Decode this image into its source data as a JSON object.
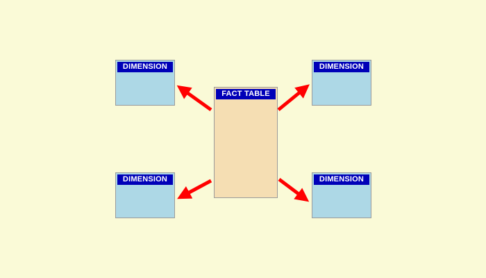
{
  "fact_table": {
    "label": "FACT TABLE",
    "color": "#f5deb3"
  },
  "dimensions": [
    {
      "label": "DIMENSION",
      "position": "top-left"
    },
    {
      "label": "DIMENSION",
      "position": "top-right"
    },
    {
      "label": "DIMENSION",
      "position": "bottom-left"
    },
    {
      "label": "DIMENSION",
      "position": "bottom-right"
    }
  ],
  "colors": {
    "background": "#fafad7",
    "header": "#0000b8",
    "dimension_fill": "#add8e6",
    "arrow": "#ff0000"
  }
}
